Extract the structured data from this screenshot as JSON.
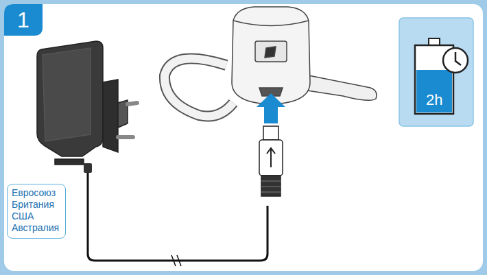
{
  "diagram": {
    "nodes": [
      {
        "text": [
          "Евросоюз",
          "Британия",
          "США",
          "Австралия"
        ]
      }
    ],
    "labels": [
      "1",
      "2h"
    ]
  }
}
